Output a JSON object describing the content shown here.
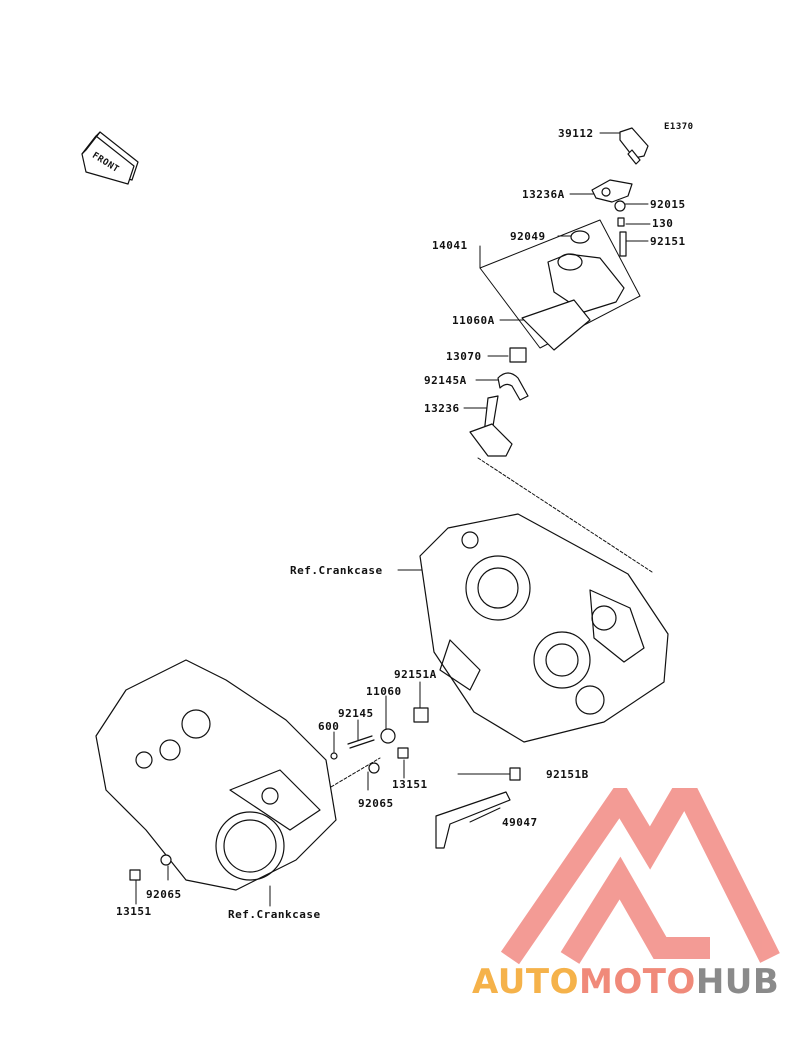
{
  "diagram_id": "E1370",
  "front_label": "FRONT",
  "labels": {
    "p39112": "39112",
    "p13236A": "13236A",
    "p92015": "92015",
    "p130": "130",
    "p14041": "14041",
    "p92049": "92049",
    "p92151": "92151",
    "p11060A": "11060A",
    "p13070": "13070",
    "p92145A": "92145A",
    "p13236": "13236",
    "ref_crankcase_upper": "Ref.Crankcase",
    "p92151A": "92151A",
    "p11060": "11060",
    "p92145": "92145",
    "p600": "600",
    "p13151_mid": "13151",
    "p92065_mid": "92065",
    "p92151B": "92151B",
    "p49047": "49047",
    "p92065_low": "92065",
    "p13151_low": "13151",
    "ref_crankcase_lower": "Ref.Crankcase"
  },
  "watermark": {
    "part1": "AUTO",
    "part2": "MOTO",
    "part3": "HUB",
    "color1": "#f5b24a",
    "color2": "#f08a7a",
    "color3": "#8a8a8a",
    "logo_color": "#f07a72"
  }
}
